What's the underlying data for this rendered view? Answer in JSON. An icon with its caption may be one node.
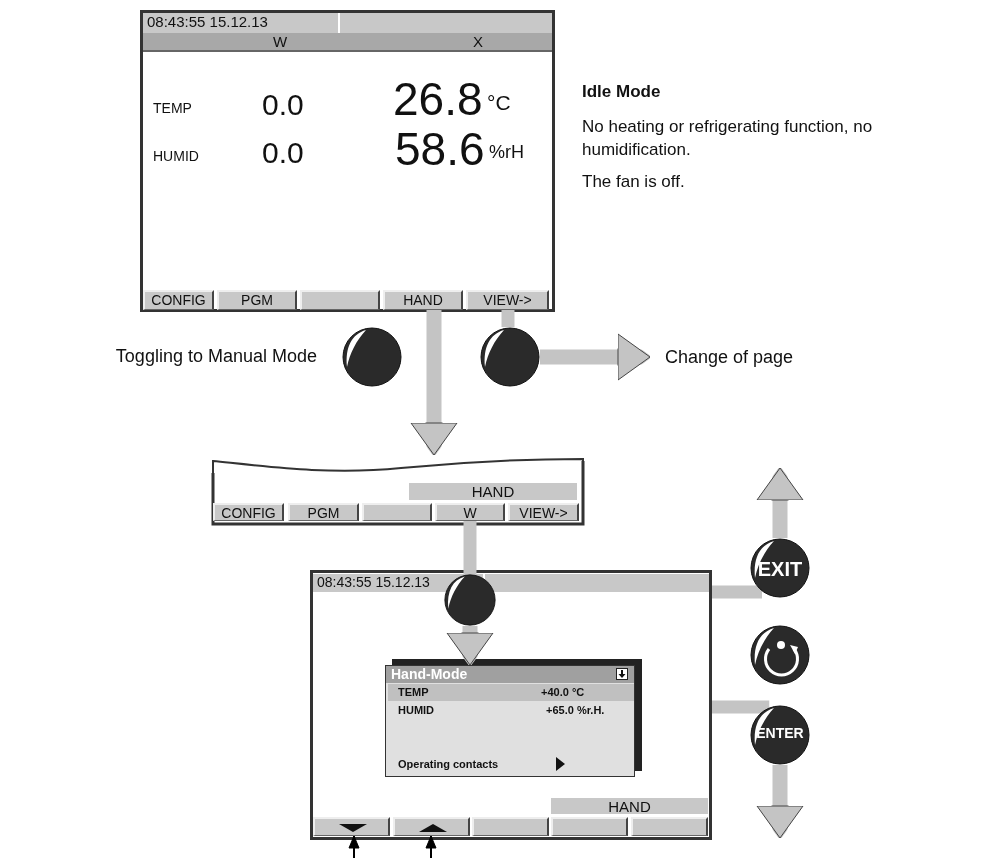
{
  "diagram": {
    "nodes": [
      {
        "text": [],
        "shape": "box"
      },
      {
        "text": [
          "08:43:55  15.12.13"
        ],
        "in": 0
      },
      {
        "text": [
          "W",
          "X"
        ],
        "in": 0
      },
      {
        "text": [
          "CONFIG"
        ],
        "in": 0
      },
      {
        "text": [
          "PGM"
        ],
        "in": 0
      },
      {
        "text": [],
        "shape": "box",
        "in": 0
      },
      {
        "text": [
          "HAND"
        ],
        "in": 0
      },
      {
        "text": [
          "VIEW->"
        ],
        "in": 0
      },
      {
        "text": [],
        "shape": "circle",
        "beside": [
          "Toggling to Manual Mode"
        ]
      },
      {
        "text": [],
        "shape": "circle"
      },
      {
        "text": [
          "Change of page"
        ]
      },
      {
        "text": [],
        "shape": "box"
      },
      {
        "text": [
          "HAND"
        ],
        "in": 11
      },
      {
        "text": [
          "CONFIG"
        ],
        "in": 11
      },
      {
        "text": [
          "PGM"
        ],
        "in": 11
      },
      {
        "text": [],
        "shape": "box",
        "in": 11
      },
      {
        "text": [
          "W"
        ],
        "in": 11
      },
      {
        "text": [
          "VIEW->"
        ],
        "in": 11
      },
      {
        "text": [],
        "shape": "box"
      },
      {
        "text": [
          "08:43:55  15.12.13"
        ],
        "in": 18
      },
      {
        "text": [],
        "shape": "circle",
        "in": 18
      },
      {
        "text": [
          "Hand-Mode",
          "HUMID",
          "+65.0 %r.H.",
          "Operating contacts"
        ],
        "in": 18
      },
      {
        "text": [
          "TEMP",
          "+40.0 °C"
        ],
        "in": 21
      },
      {
        "text": [
          "HAND"
        ],
        "in": 18
      },
      {
        "text": [],
        "shape": "box",
        "in": 18
      },
      {
        "text": [],
        "shape": "box",
        "in": 18
      },
      {
        "text": [],
        "shape": "box",
        "in": 18
      },
      {
        "text": [],
        "shape": "box",
        "in": 18
      },
      {
        "text": [],
        "shape": "box",
        "in": 18
      },
      {
        "text": [
          "EXIT"
        ]
      },
      {
        "text": [],
        "shape": "circle"
      },
      {
        "text": [
          "ENTER"
        ]
      }
    ],
    "edges": [
      {
        "from": 6,
        "to": 11,
        "arrow": "to"
      },
      {
        "from": 7,
        "to": 9,
        "arrow": "none"
      },
      {
        "from": 9,
        "to": 10,
        "arrow": "to"
      },
      {
        "from": 16,
        "to": 20,
        "arrow": "none"
      },
      {
        "from": 20,
        "to": 21,
        "arrow": "to"
      },
      {
        "from": 29,
        "to": null,
        "arrow": "to"
      },
      {
        "from": 31,
        "to": null,
        "arrow": "to"
      },
      {
        "from": null,
        "to": 24,
        "arrow": "to",
        "color": "#000000"
      },
      {
        "from": null,
        "to": 25,
        "arrow": "to",
        "color": "#000000"
      },
      {
        "from": 18,
        "to": 29,
        "arrow": "none"
      },
      {
        "from": 18,
        "to": 31,
        "arrow": "none"
      }
    ],
    "labels": [
      "TEMP",
      "0.0",
      "26.8",
      "°C",
      "HUMID",
      "0.0",
      "58.6",
      "%rH",
      "Idle Mode",
      "No heating or refrigerating function, no humidification.",
      "The fan is off."
    ]
  }
}
